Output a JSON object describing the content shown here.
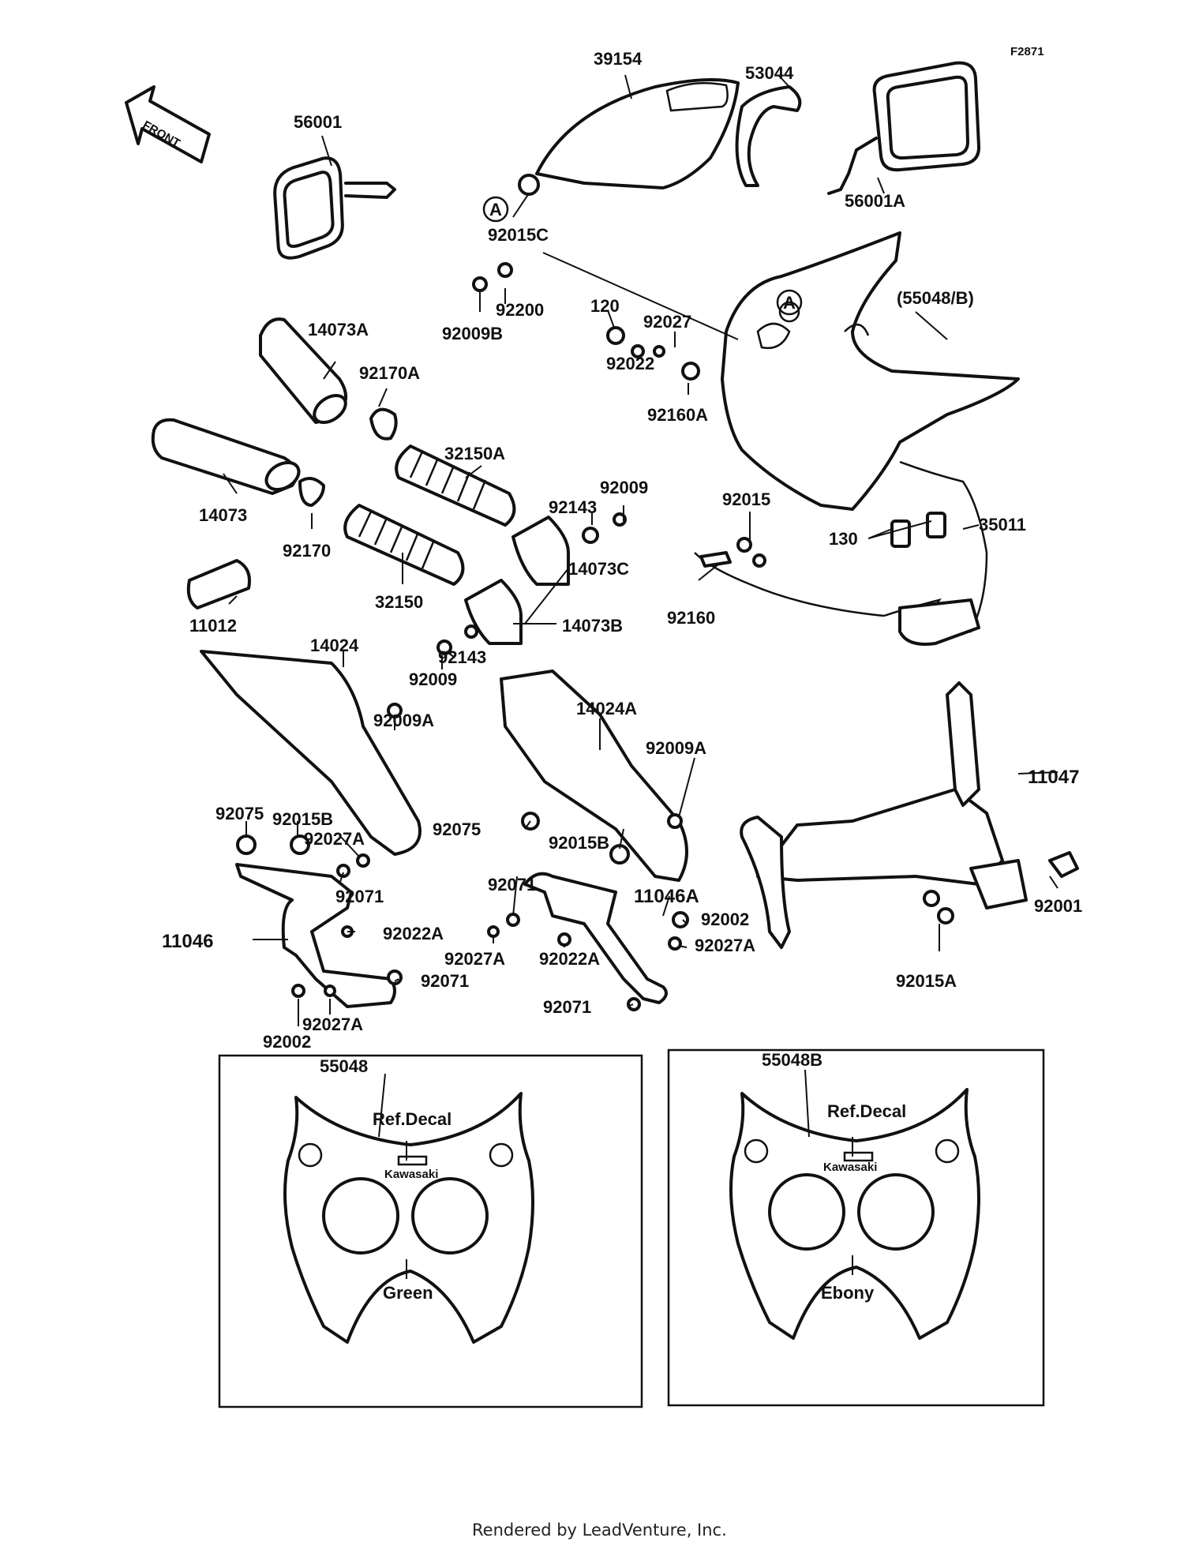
{
  "figure_code": "F2871",
  "front_arrow": "FRONT",
  "labels": {
    "p39154": "39154",
    "p53044": "53044",
    "p56001": "56001",
    "p56001A": "56001A",
    "p92015C": "92015C",
    "p92200": "92200",
    "p92009B": "92009B",
    "p120": "120",
    "p92027": "92027",
    "p55048B_paren": "(55048/B)",
    "p92022": "92022",
    "p92160A": "92160A",
    "p14073A": "14073A",
    "p92170A": "92170A",
    "p32150A": "32150A",
    "p14073": "14073",
    "p92170": "92170",
    "p92009": "92009",
    "p92143": "92143",
    "p92015": "92015",
    "p35011": "35011",
    "p130": "130",
    "p14073C": "14073C",
    "p32150": "32150",
    "p92160": "92160",
    "p11012": "11012",
    "p14073B": "14073B",
    "p14024": "14024",
    "p92143b": "92143",
    "p92009b": "92009",
    "p14024A": "14024A",
    "p92009A": "92009A",
    "p92009A_b": "92009A",
    "p11047": "11047",
    "p92075": "92075",
    "p92015B": "92015B",
    "p92027A": "92027A",
    "p92075b": "92075",
    "p92015B_b": "92015B",
    "p92071": "92071",
    "p92071b": "92071",
    "p11046A": "11046A",
    "p92002": "92002",
    "p92001": "92001",
    "p11046": "11046",
    "p92022A": "92022A",
    "p92027A_b": "92027A",
    "p92022A_b": "92022A",
    "p92027A_c": "92027A",
    "p92015A": "92015A",
    "p92071c": "92071",
    "p92071d": "92071",
    "p92027A_d": "92027A",
    "p92002b": "92002",
    "marker_a1": "A",
    "marker_a2": "A"
  },
  "inset_left": {
    "part": "55048",
    "ref": "Ref.Decal",
    "logo": "Kawasaki",
    "color": "Green"
  },
  "inset_right": {
    "part": "55048B",
    "ref": "Ref.Decal",
    "logo": "Kawasaki",
    "color": "Ebony"
  },
  "footer": "Rendered by LeadVenture, Inc."
}
